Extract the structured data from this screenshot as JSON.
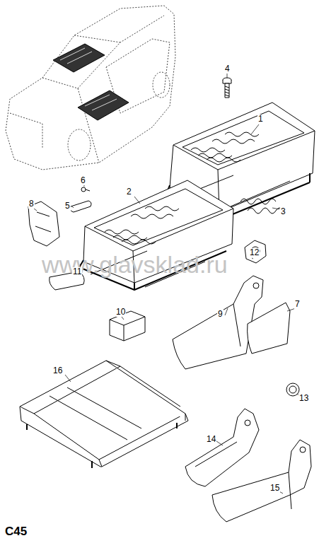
{
  "diagram": {
    "labels": [
      "4",
      "1",
      "6",
      "5",
      "2",
      "3",
      "8",
      "12",
      "www.glavsklad.ru",
      "11",
      "10",
      "9",
      "7",
      "16",
      "13",
      "14",
      "15",
      "C45"
    ]
  }
}
